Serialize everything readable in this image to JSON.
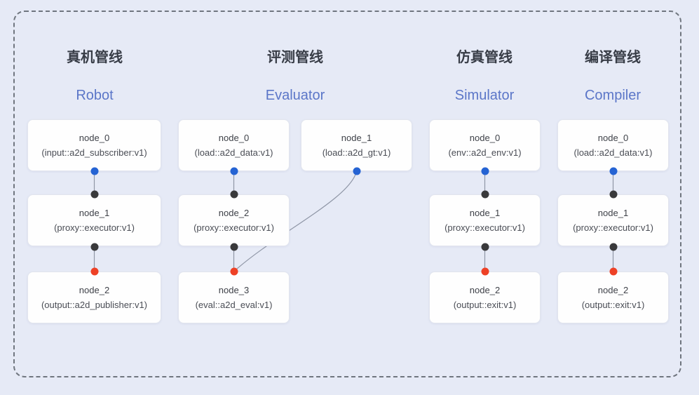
{
  "frame": {
    "background": "#e6eaf6",
    "border_color": "#70767f"
  },
  "colors": {
    "output_port_blue": "#2563d3",
    "input_port_black": "#39393b",
    "eval_port_red": "#ee4126",
    "wire": "#8f96a6",
    "title_zh": "#383d47",
    "title_en": "#5b76c8",
    "node_background": "#fefefe",
    "node_border": "#e2e5ee"
  },
  "pipelines": [
    {
      "title_zh": "真机管线",
      "title_en": "Robot",
      "nodes": [
        {
          "name": "node_0",
          "type": "(input::a2d_subscriber:v1)"
        },
        {
          "name": "node_1",
          "type": "(proxy::executor:v1)"
        },
        {
          "name": "node_2",
          "type": "(output::a2d_publisher:v1)"
        }
      ],
      "edges": [
        [
          "node_0",
          "node_1"
        ],
        [
          "node_1",
          "node_2"
        ]
      ]
    },
    {
      "title_zh": "评测管线",
      "title_en": "Evaluator",
      "nodes": [
        {
          "name": "node_0",
          "type": "(load::a2d_data:v1)"
        },
        {
          "name": "node_1",
          "type": "(load::a2d_gt:v1)"
        },
        {
          "name": "node_2",
          "type": "(proxy::executor:v1)"
        },
        {
          "name": "node_3",
          "type": "(eval::a2d_eval:v1)"
        }
      ],
      "edges": [
        [
          "node_0",
          "node_2"
        ],
        [
          "node_2",
          "node_3"
        ],
        [
          "node_1",
          "node_3"
        ]
      ]
    },
    {
      "title_zh": "仿真管线",
      "title_en": "Simulator",
      "nodes": [
        {
          "name": "node_0",
          "type": "(env::a2d_env:v1)"
        },
        {
          "name": "node_1",
          "type": "(proxy::executor:v1)"
        },
        {
          "name": "node_2",
          "type": "(output::exit:v1)"
        }
      ],
      "edges": [
        [
          "node_0",
          "node_1"
        ],
        [
          "node_1",
          "node_2"
        ]
      ]
    },
    {
      "title_zh": "编译管线",
      "title_en": "Compiler",
      "nodes": [
        {
          "name": "node_0",
          "type": "(load::a2d_data:v1)"
        },
        {
          "name": "node_1",
          "type": "(proxy::executor:v1)"
        },
        {
          "name": "node_2",
          "type": "(output::exit:v1)"
        }
      ],
      "edges": [
        [
          "node_0",
          "node_1"
        ],
        [
          "node_1",
          "node_2"
        ]
      ]
    }
  ]
}
